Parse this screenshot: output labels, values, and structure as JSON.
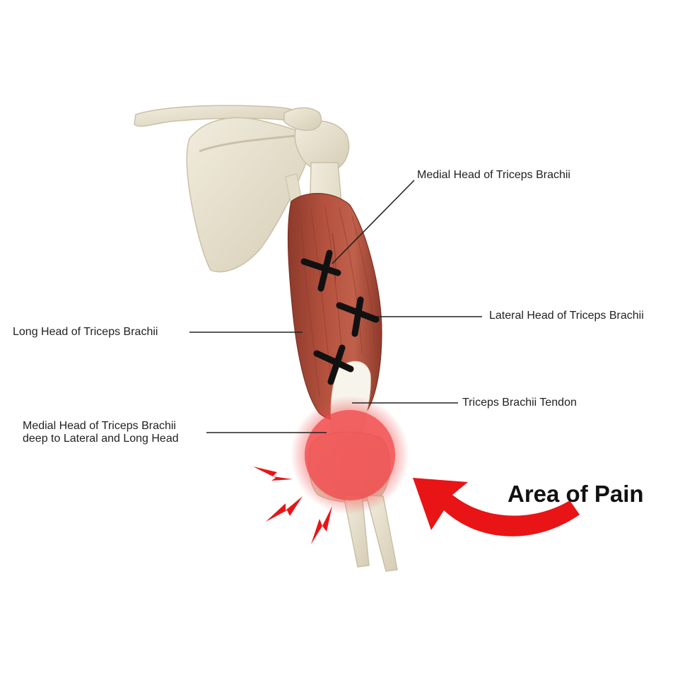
{
  "labels": {
    "medial_top": "Medial Head of Triceps Brachii",
    "lateral": "Lateral Head of Triceps Brachii",
    "long_head": "Long Head of Triceps Brachii",
    "tendon": "Triceps Brachii Tendon",
    "medial_deep_line1": "Medial Head of Triceps Brachii",
    "medial_deep_line2": "deep to Lateral and Long Head",
    "area_of_pain": "Area of Pain"
  },
  "colors": {
    "bone": "#e9e2cf",
    "bone_shadow": "#c9c0a8",
    "muscle": "#b5523f",
    "muscle_dark": "#8e3a2b",
    "tendon": "#f7f4ec",
    "pain": "#f0484a",
    "arrow": "#e81416",
    "marker": "#111111",
    "leader_line": "#222222"
  },
  "icons": [
    "cross-mark-icon",
    "lightning-bolt-icon",
    "curved-arrow-icon"
  ]
}
